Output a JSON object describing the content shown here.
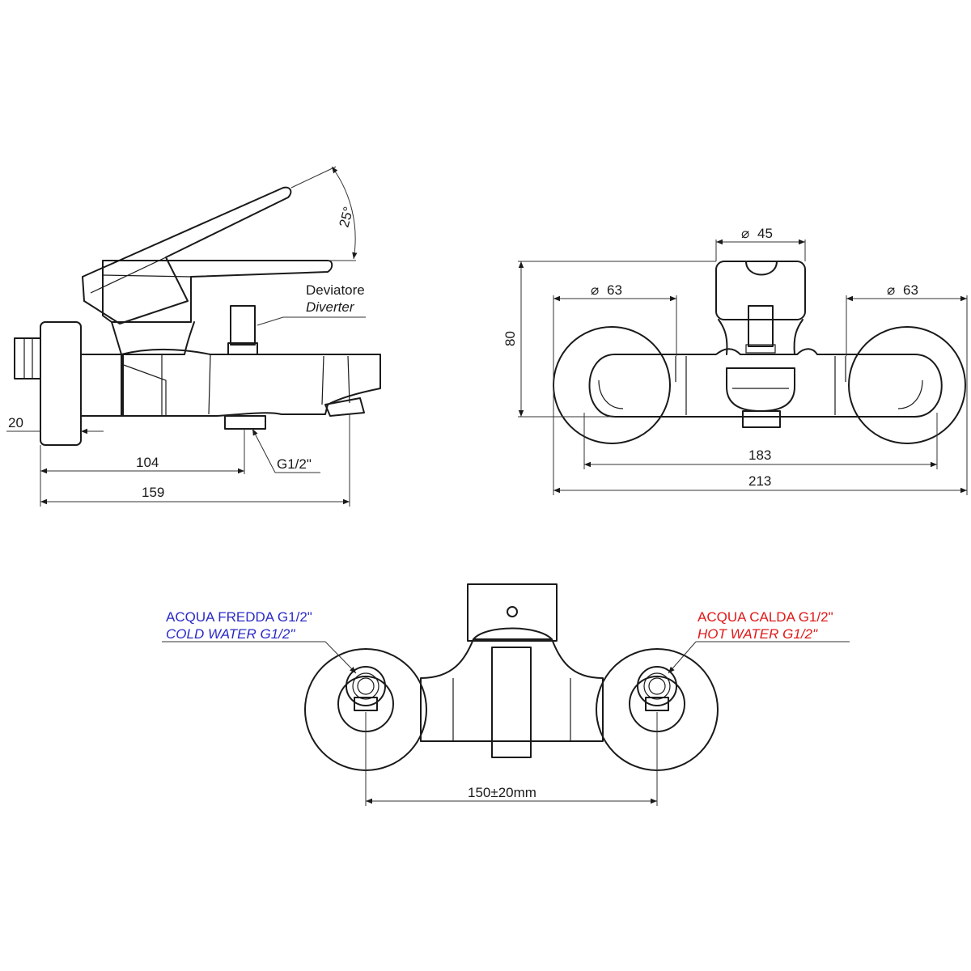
{
  "side_view": {
    "angle_label": "25°",
    "diverter_label_it": "Deviatore",
    "diverter_label_en": "Diverter",
    "dim_20": "20",
    "dim_104": "104",
    "dim_159": "159",
    "outlet_thread": "G1/2\""
  },
  "front_view": {
    "dia_45": "45",
    "dia_63_left": "63",
    "dia_63_right": "63",
    "dim_80": "80",
    "dim_183": "183",
    "dim_213": "213",
    "diameter_symbol": "⌀"
  },
  "rear_view": {
    "cold_it": "ACQUA FREDDA G1/2\"",
    "cold_en": "COLD WATER G1/2\"",
    "hot_it": "ACQUA CALDA G1/2\"",
    "hot_en": "HOT WATER G1/2\"",
    "centers_dim": "150±20mm",
    "cold_color": "#2a2ac8",
    "hot_color": "#e01818"
  }
}
